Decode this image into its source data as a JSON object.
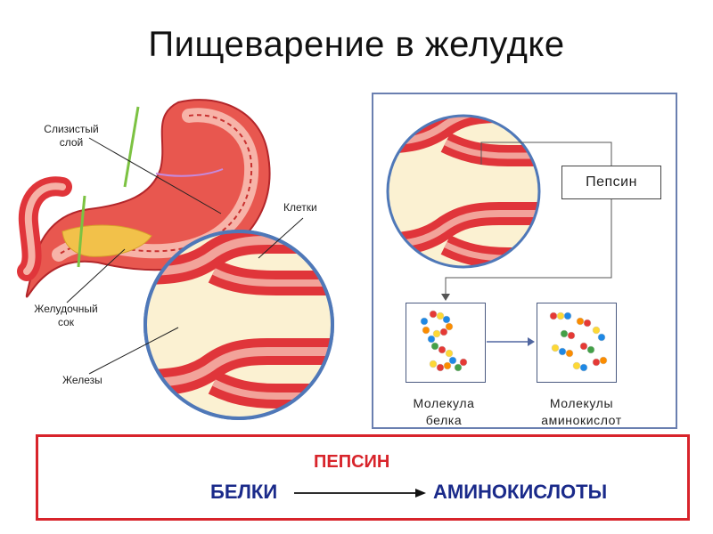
{
  "title": "Пищеварение в желудке",
  "labels": {
    "mucous_layer": "Слизистый слой",
    "cells": "Клетки",
    "gastric_juice": "Желудочный сок",
    "glands": "Железы"
  },
  "enzyme_box": "Пепсин",
  "molecules": {
    "protein_label": "Молекула белка",
    "amino_label": "Молекулы аминокислот"
  },
  "equation": {
    "enzyme": "ПЕПСИН",
    "substrate": "БЕЛКИ",
    "product": "АМИНОКИСЛОТЫ"
  },
  "colors": {
    "accent_red": "#d8242b",
    "text_blue": "#1a2a8a",
    "panel_border": "#6a7fb0",
    "tissue_red": "#e0353a",
    "tissue_pink": "#f2a39a",
    "cream": "#fbf1d2"
  }
}
